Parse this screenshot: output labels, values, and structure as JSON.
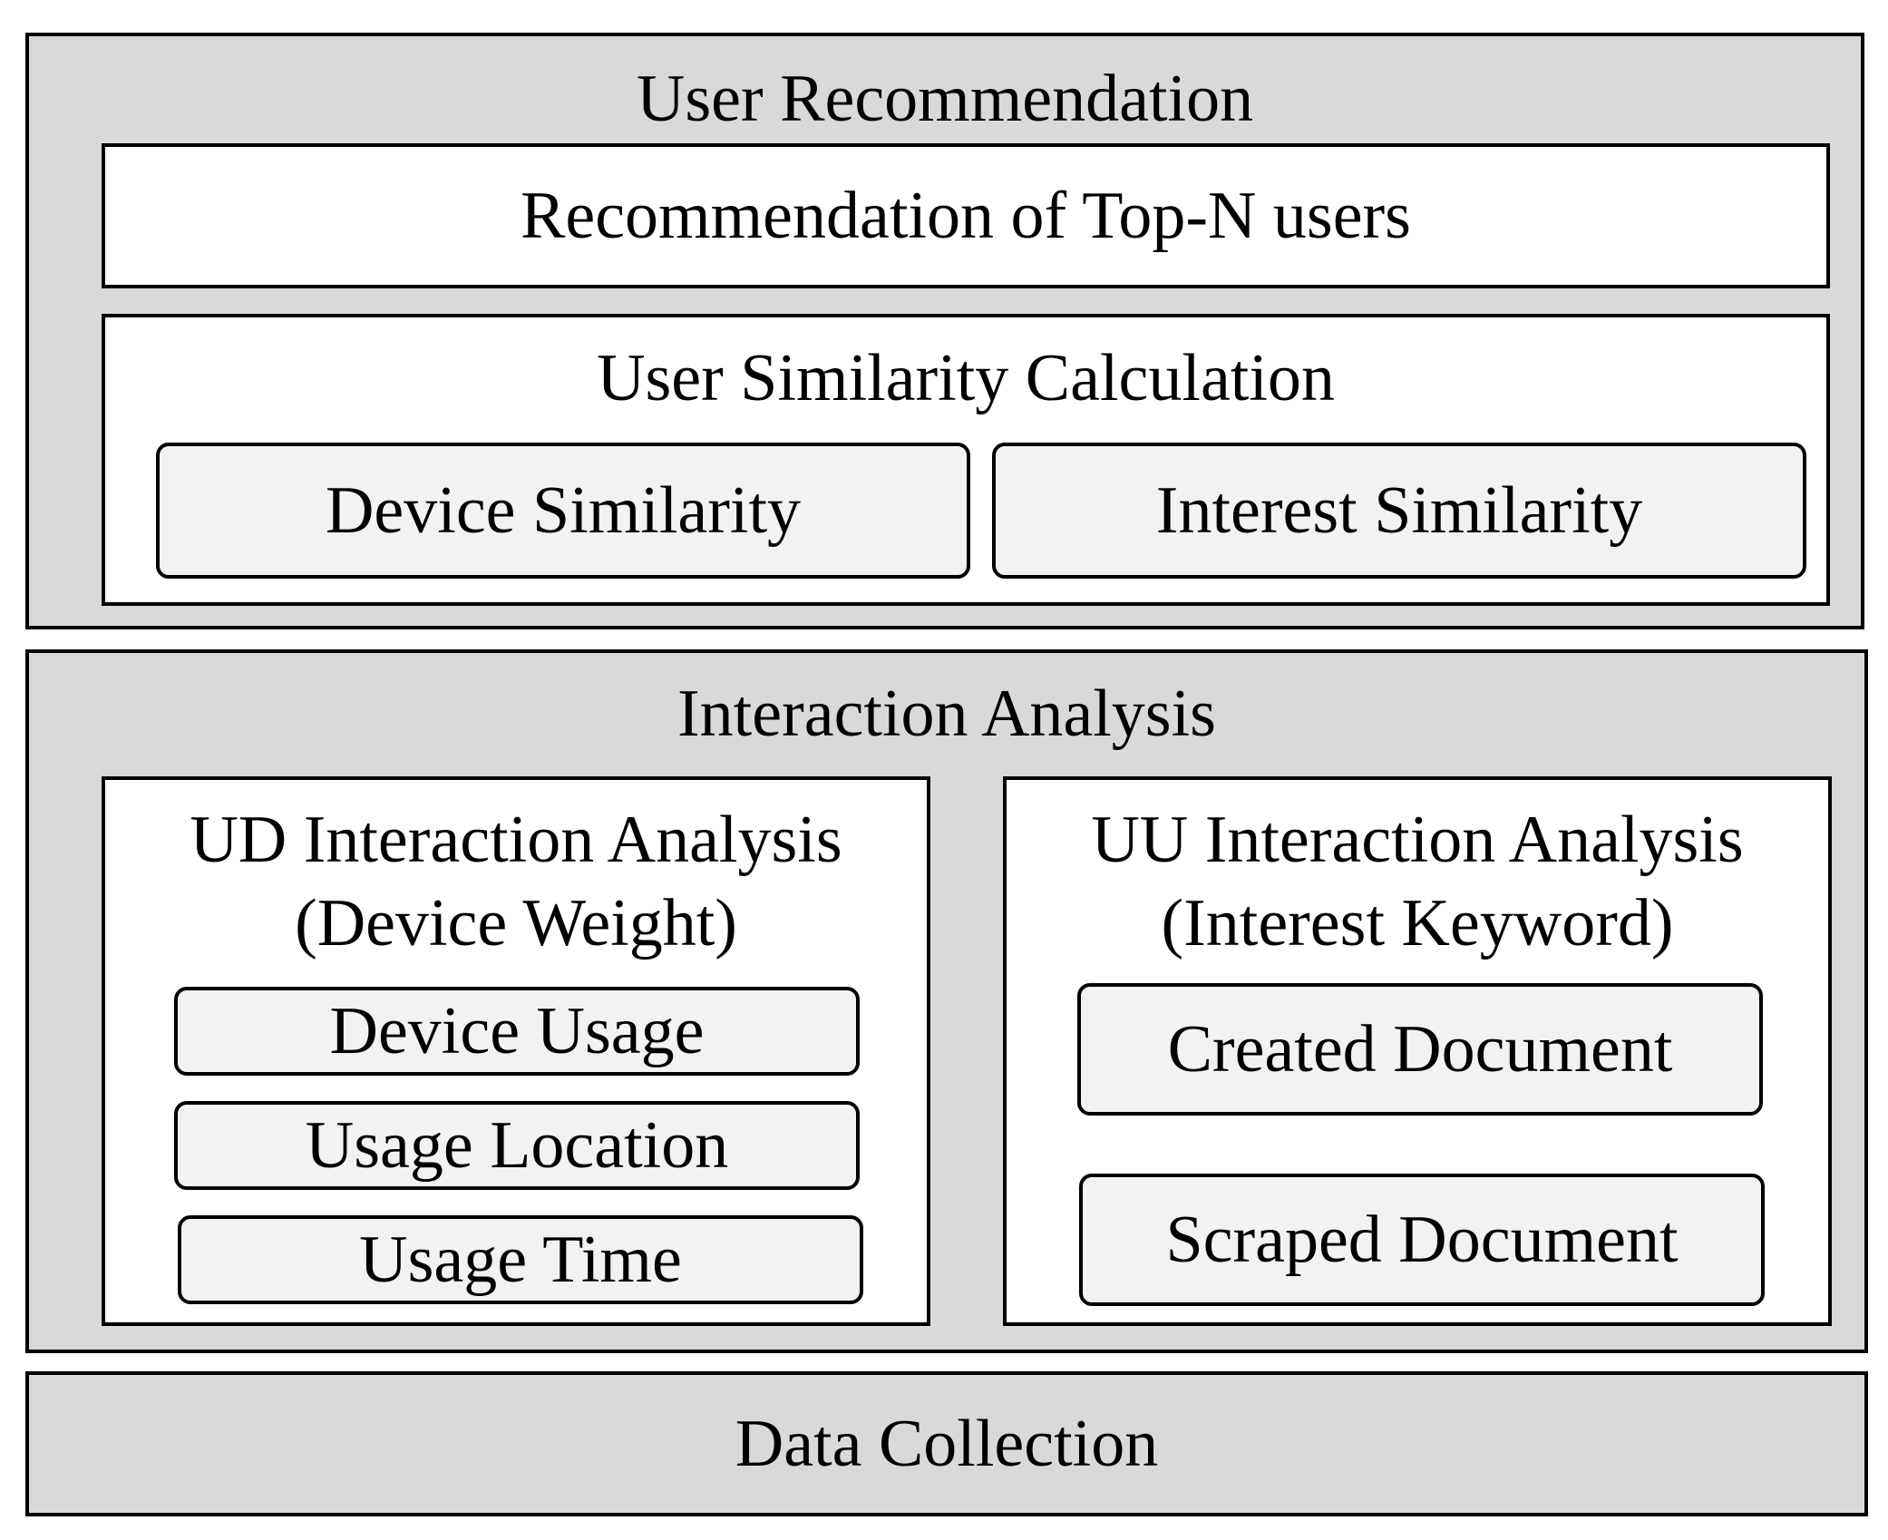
{
  "user_recommendation": {
    "title": "User Recommendation",
    "top_n": "Recommendation of Top-N users",
    "similarity": {
      "title": "User Similarity Calculation",
      "device": "Device Similarity",
      "interest": "Interest Similarity"
    }
  },
  "interaction_analysis": {
    "title": "Interaction Analysis",
    "ud": {
      "title_line1": "UD Interaction Analysis",
      "title_line2": "(Device Weight)",
      "items": [
        "Device Usage",
        "Usage Location",
        "Usage Time"
      ]
    },
    "uu": {
      "title_line1": "UU Interaction Analysis",
      "title_line2": "(Interest Keyword)",
      "items": [
        "Created Document",
        "Scraped Document"
      ]
    }
  },
  "data_collection": {
    "title": "Data Collection"
  },
  "colors": {
    "layer_fill": "#d9d9d9",
    "panel_fill": "#ffffff",
    "item_fill": "#f2f2f2",
    "stroke": "#000000"
  }
}
